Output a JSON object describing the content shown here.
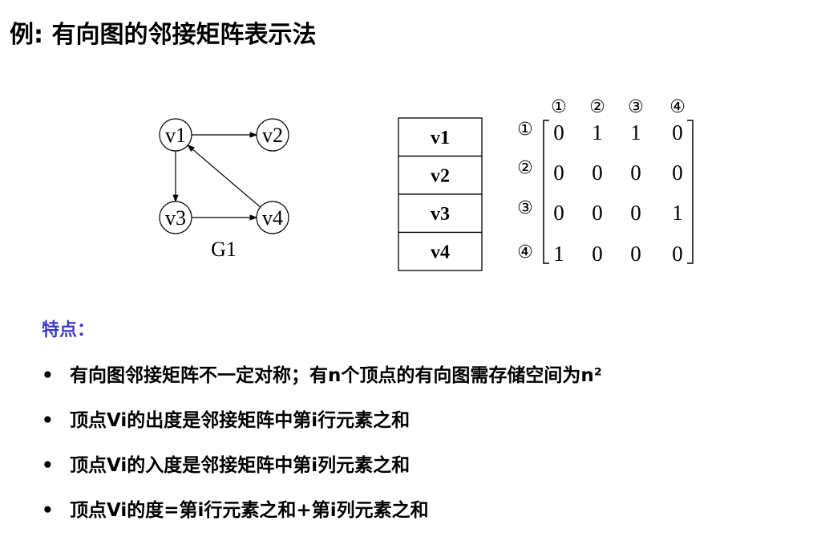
{
  "title": "例: 有向图的邻接矩阵表示法",
  "graph": {
    "name": "G1",
    "vertices": [
      "v1",
      "v2",
      "v3",
      "v4"
    ],
    "edges": [
      [
        "v1",
        "v2"
      ],
      [
        "v1",
        "v3"
      ],
      [
        "v3",
        "v4"
      ],
      [
        "v4",
        "v1"
      ]
    ]
  },
  "vertex_table": [
    "v1",
    "v2",
    "v3",
    "v4"
  ],
  "matrix": {
    "col_labels": [
      "①",
      "②",
      "③",
      "④"
    ],
    "row_labels": [
      "①",
      "②",
      "③",
      "④"
    ],
    "rows": [
      [
        "0",
        "1",
        "1",
        "0"
      ],
      [
        "0",
        "0",
        "0",
        "0"
      ],
      [
        "0",
        "0",
        "0",
        "1"
      ],
      [
        "1",
        "0",
        "0",
        "0"
      ]
    ]
  },
  "features": {
    "heading": "特点：",
    "bullet": "•",
    "items": [
      "有向图邻接矩阵不一定对称；有n个顶点的有向图需存储空间为n²",
      "顶点Vi的出度是邻接矩阵中第i行元素之和",
      "顶点Vi的入度是邻接矩阵中第i列元素之和",
      "顶点Vi的度=第i行元素之和+第i列元素之和"
    ]
  },
  "colors": {
    "heading": "#3b3bc4",
    "text": "#000000"
  }
}
